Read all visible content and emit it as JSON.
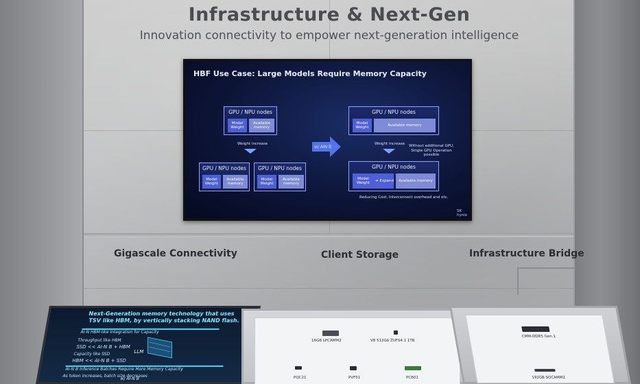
{
  "heading": "Infrastructure & Next-Gen",
  "subheading": "Innovation connectivity to empower next-generation intelligence",
  "screen": {
    "title": "HBF Use Case: Large Models Require Memory Capacity",
    "node_title": "GPU / NPU nodes",
    "model_weight": "Model Weight",
    "available_memory": "Available memory",
    "weight_increase": "Weight increase",
    "with_ainb": "w/ AIN B",
    "without_gpu": "Without additional GPU, Single GPU Operation possible",
    "expend": "Expend",
    "reducing": "Reducing Cost, Interconnect overhead and etc.",
    "logo": "SK hynix"
  },
  "sections": {
    "left": "Gigascale Connectivity",
    "center": "Client Storage",
    "right": "Infrastructure Bridge"
  },
  "dark_panel": {
    "title": "Next-Generation memory technology that uses TSV like HBM, by vertically stacking NAND flash.",
    "line1": "AI-N HBM-like Integration for Capacity",
    "line2": "Throughput like HBM",
    "line3": "SSD << AI-N B + HBM",
    "line4": "Capacity like SSD",
    "line5": "HBM << AI-N B + SSD",
    "line6": "AI-N B Inference Batches Require More Memory Capacity",
    "line7": "As token increases, batch size decreases",
    "llm": "LLM",
    "wainb": "w/ AI-N B"
  },
  "center_panel": {
    "p1": "16GB LPCAMM2",
    "p2": "V8 512Gb ZUFS4.1 1TB",
    "p3": "PQC21",
    "p4": "PVF51",
    "p5": "PCB01"
  },
  "right_panel": {
    "p1": "CMM-DDR5 Gen.1",
    "p2": "192GB SOCAMM2"
  }
}
